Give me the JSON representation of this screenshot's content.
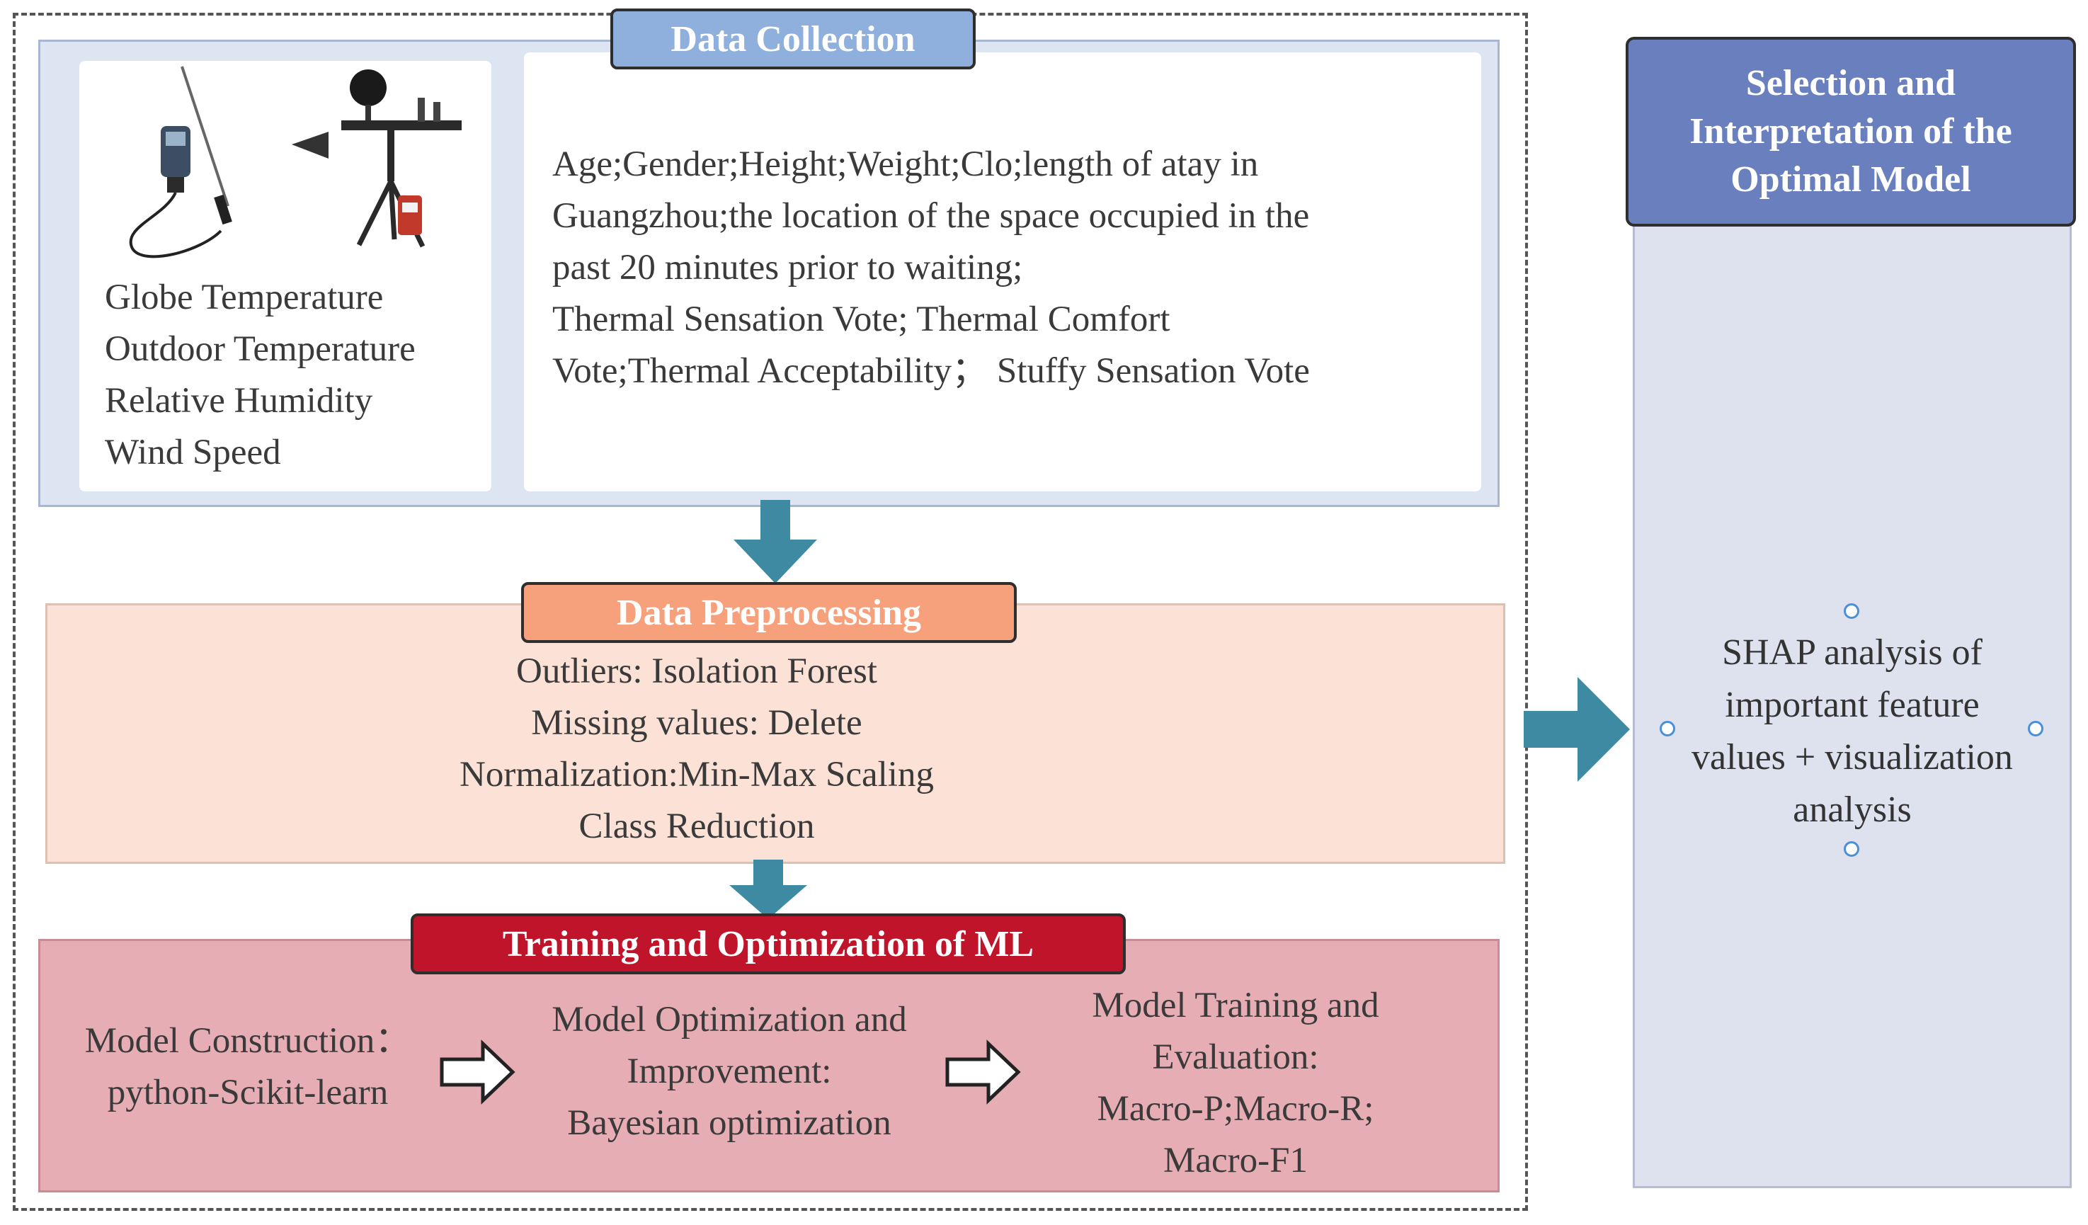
{
  "data_collection": {
    "title": "Data Collection",
    "sensors": [
      "Globe Temperature",
      "Outdoor Temperature",
      "Relative Humidity",
      "Wind Speed"
    ],
    "variables": [
      "Age;Gender;Height;Weight;Clo;length of atay in",
      "Guangzhou;the location of the space occupied in the",
      "past 20 minutes prior to waiting;",
      "Thermal Sensation Vote; Thermal Comfort",
      "Vote;Thermal Acceptability； Stuffy Sensation Vote"
    ]
  },
  "preprocessing": {
    "title": "Data Preprocessing",
    "steps": [
      "Outliers: Isolation Forest",
      "Missing values: Delete",
      "Normalization:Min-Max Scaling",
      "Class Reduction"
    ]
  },
  "training": {
    "title": "Training and Optimization of ML",
    "construction": [
      "Model Construction：",
      "python-Scikit-learn"
    ],
    "optimization": [
      "Model Optimization and",
      "Improvement:",
      "Bayesian optimization"
    ],
    "evaluation": [
      "Model Training and",
      "Evaluation:",
      "Macro-P;Macro-R;",
      "Macro-F1"
    ]
  },
  "selection": {
    "title": [
      "Selection and",
      "Interpretation of the",
      "Optimal Model"
    ],
    "description": [
      "SHAP analysis of",
      "important feature",
      "values + visualization",
      "analysis"
    ]
  },
  "colors": {
    "collection_header": "#8fb0dc",
    "preprocessing_header": "#f6a07c",
    "training_header": "#c0142a",
    "selection_header": "#6a7fbd",
    "flow_arrow": "#3f8aa3"
  }
}
